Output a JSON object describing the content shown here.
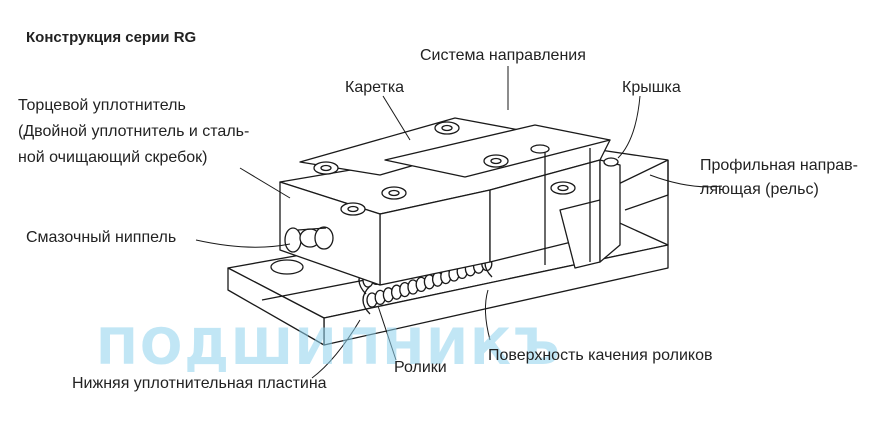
{
  "title": "Конструкция серии RG",
  "labels": {
    "guide_system": "Система направления",
    "carriage": "Каретка",
    "cover": "Крышка",
    "end_seal_line1": "Торцевой уплотнитель",
    "end_seal_line2": "(Двойной уплотнитель и сталь-",
    "end_seal_line3": "ной очищающий скребок)",
    "rail_line1": "Профильная направ-",
    "rail_line2": "ляющая (рельс)",
    "grease_nipple": "Смазочный ниппель",
    "rollers": "Ролики",
    "rolling_surface": "Поверхность качения роликов",
    "bottom_seal": "Нижняя уплотнительная пластина"
  },
  "watermark": "ПОДШИПНИКЪ",
  "colors": {
    "line": "#1a1a1a",
    "watermark": "#8fd3ee"
  }
}
